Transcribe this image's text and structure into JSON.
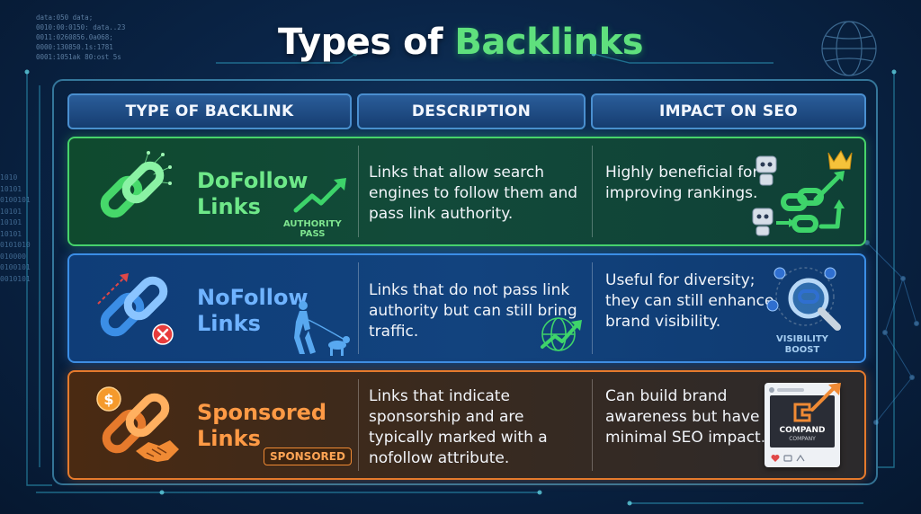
{
  "title": {
    "part1": "Types of ",
    "part2": "Backlinks"
  },
  "background": {
    "code_lines": "data:050 data;\n0010:00:0150: data..23\n0011:0260856.0a068;\n0000:130850.1s:1781\n0001:1051ak 80:ost 5s",
    "binary_lines": "1010\n10101\n0100101\n10101\n10101\n10101\n0101010\n010000\n0100101\n0010101"
  },
  "table": {
    "headers": [
      "TYPE OF BACKLINK",
      "DESCRIPTION",
      "IMPACT ON SEO"
    ],
    "rows": [
      {
        "type": "DoFollow Links",
        "type_line1": "DoFollow",
        "type_line2": "Links",
        "description": "Links that allow search engines to follow them and pass link authority.",
        "impact": "Highly beneficial for improving rankings.",
        "badge_line1": "AUTHORITY",
        "badge_line2": "PASS",
        "accent": "#47d46a"
      },
      {
        "type": "NoFollow Links",
        "type_line1": "NoFollow",
        "type_line2": "Links",
        "description": "Links that do not pass link authority but can still bring traffic.",
        "impact": "Useful for diversity; they can still enhance brand visibility.",
        "badge_line1": "VISIBILITY",
        "badge_line2": "BOOST",
        "accent": "#3b8ee6"
      },
      {
        "type": "Sponsored Links",
        "type_line1": "Sponsored",
        "type_line2": "Links",
        "description": "Links that indicate sponsorship and are typically marked with a nofollow attribute.",
        "impact": "Can build brand awareness but have minimal SEO impact.",
        "badge": "SPONSORED",
        "brand_name": "COMPAND",
        "brand_sub": "COMPANY",
        "accent": "#e67a2c"
      }
    ]
  },
  "icons": {
    "row1": [
      "chain-link-icon",
      "trend-arrow-icon",
      "robot-icon",
      "crown-icon"
    ],
    "row2": [
      "chain-link-icon",
      "no-entry-icon",
      "walker-with-dog-icon",
      "globe-arrow-icon",
      "magnifier-icon"
    ],
    "row3": [
      "dollar-coin-icon",
      "chain-link-icon",
      "handshake-icon",
      "brand-post-card-icon"
    ]
  }
}
